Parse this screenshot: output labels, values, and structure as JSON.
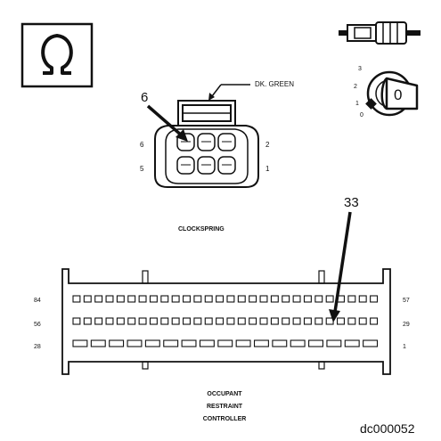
{
  "diagram": {
    "wire_color_label": "DK. GREEN",
    "callout_clockspring_pin": "6",
    "clockspring_left_pins": [
      "6",
      "5"
    ],
    "clockspring_right_pins": [
      "2",
      "1"
    ],
    "clockspring_label": "CLOCKSPRING",
    "callout_controller_pin": "33",
    "controller_left_pins": [
      "84",
      "56",
      "28"
    ],
    "controller_right_pins": [
      "57",
      "29",
      "1"
    ],
    "controller_label_lines": [
      "OCCUPANT",
      "RESTRAINT",
      "CONTROLLER"
    ],
    "ignition_positions": [
      "3",
      "2",
      "1",
      "0"
    ],
    "ignition_key_mark": "0",
    "image_code": "dc000052"
  },
  "icons": {
    "ohm_box": "resistance-ohm-icon",
    "key_connector": "ignition-key-connector-icon",
    "ignition_switch": "ignition-switch-icon"
  }
}
